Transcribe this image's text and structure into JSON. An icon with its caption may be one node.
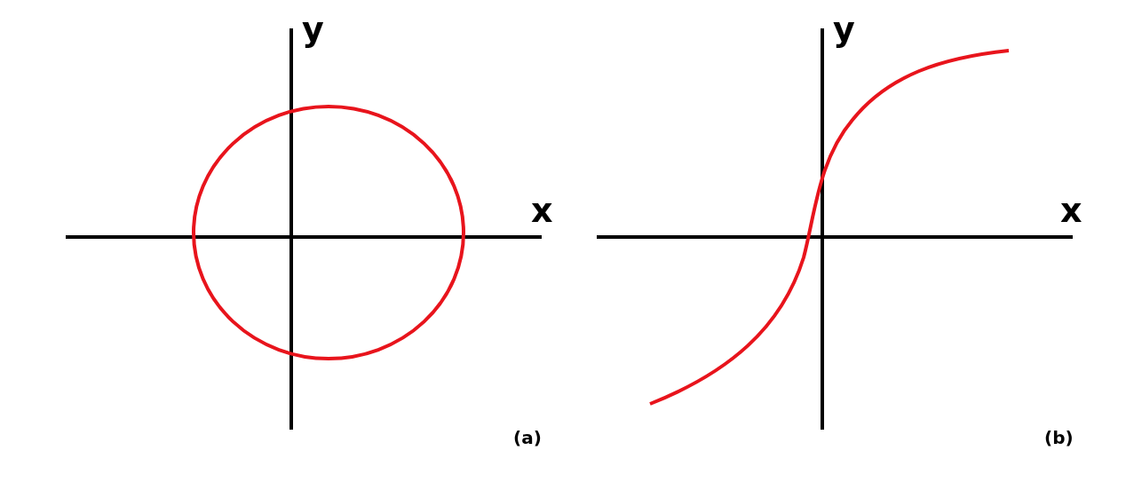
{
  "diagram": {
    "labels": [
      "y",
      "x",
      "(a)",
      "y",
      "x",
      "(b)"
    ]
  }
}
